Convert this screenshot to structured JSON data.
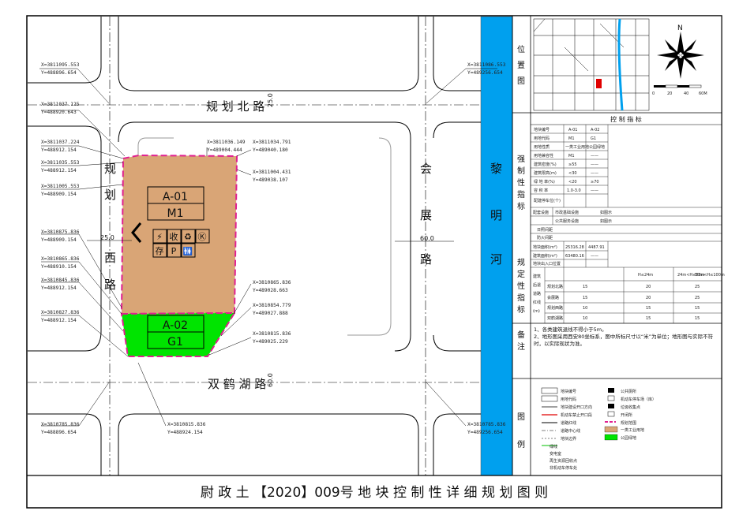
{
  "title": "尉 政 土 【2020】009号 地 块 控 制 性 详 细 规 划 图 则",
  "roads": {
    "north": "规 划 北 路",
    "north_width": "25.0",
    "south": "双 鹤 湖 路",
    "south_width": "60.0",
    "east": [
      "会",
      "展",
      "路"
    ],
    "east_width": "60.0",
    "west": [
      "规",
      "划",
      "西",
      "路"
    ],
    "west_width": "25.0",
    "river": [
      "黎",
      "明",
      "河"
    ]
  },
  "parcels": [
    {
      "id": "A-01",
      "code": "M1",
      "color": "#d9a576"
    },
    {
      "id": "A-02",
      "code": "G1",
      "color": "#00e400"
    }
  ],
  "facility_icons": [
    "⚡",
    "收",
    "♻",
    "Ⓚ",
    "存",
    "P",
    "🚻"
  ],
  "coords": [
    {
      "x": "X=3811095.553",
      "y": "Y=488896.654"
    },
    {
      "x": "X=3811086.553",
      "y": "Y=489256.654"
    },
    {
      "x": "X=3811037.125",
      "y": "Y=488920.643"
    },
    {
      "x": "X=3811037.224",
      "y": "Y=488912.154"
    },
    {
      "x": "X=3811036.149",
      "y": "Y=489004.444"
    },
    {
      "x": "X=3811034.791",
      "y": "Y=489040.180"
    },
    {
      "x": "X=3811035.553",
      "y": "Y=488912.154"
    },
    {
      "x": "X=3811004.431",
      "y": "Y=489038.107"
    },
    {
      "x": "X=3811005.553",
      "y": "Y=488909.154"
    },
    {
      "x": "X=3810875.836",
      "y": "Y=488909.154"
    },
    {
      "x": "X=3810865.836",
      "y": "Y=488910.154"
    },
    {
      "x": "X=3810865.836",
      "y": "Y=489028.663"
    },
    {
      "x": "X=3810845.836",
      "y": "Y=488912.154"
    },
    {
      "x": "X=3810854.779",
      "y": "Y=489027.888"
    },
    {
      "x": "X=3810827.836",
      "y": "Y=488912.154"
    },
    {
      "x": "X=3810815.836",
      "y": "Y=489025.229"
    },
    {
      "x": "X=3810785.836",
      "y": "Y=488896.654"
    },
    {
      "x": "X=3810815.836",
      "y": "Y=488924.154"
    },
    {
      "x": "X=3810785.836",
      "y": "Y=489256.654"
    }
  ],
  "panel": {
    "location_label": [
      "位",
      "置",
      "图"
    ],
    "compass": "N",
    "scale": [
      "0",
      "20",
      "40",
      "60M"
    ],
    "indicators_title": "控 制 指 标",
    "mandatory_label": [
      "强",
      "制",
      "性",
      "指",
      "标"
    ],
    "prescribed_label": [
      "规",
      "定",
      "性",
      "指",
      "标"
    ],
    "notes_label": [
      "备",
      "注"
    ],
    "legend_label": [
      "图",
      "例"
    ],
    "table_header": [
      "地块编号",
      "A-01",
      "A-02"
    ],
    "rows": [
      [
        "用地代码",
        "M1",
        "G1"
      ],
      [
        "用地性质",
        "一类工业用地",
        "公园绿地"
      ],
      [
        "用地兼容性",
        "M1",
        "——"
      ],
      [
        "建筑密度(%)",
        "≥55",
        "——"
      ],
      [
        "建筑限高(m)",
        "<30",
        "——"
      ],
      [
        "绿 地 率(%)",
        "<20",
        "≥70"
      ],
      [
        "容 积 率",
        "1.0-3.0",
        "——"
      ],
      [
        "配建停车位(个)",
        "",
        ""
      ]
    ],
    "facilities": [
      [
        "配套设施",
        "市政基础设施",
        "如图示"
      ],
      [
        "",
        "公共服务设施",
        "如图示"
      ]
    ],
    "extra_rows": [
      "日照间距",
      "防火间距"
    ],
    "prescribed_rows": [
      [
        "地块面积(m²)",
        "25316.28",
        "4487.91"
      ],
      [
        "建筑面积(m²)",
        "63480.16",
        "——"
      ],
      [
        "地块出入口位置",
        "",
        ""
      ]
    ],
    "setback_head": [
      "H≤24m",
      "24m<H≤50m",
      "50m<H≤100m"
    ],
    "setback_label": [
      "建筑",
      "后退",
      "道路",
      "红线",
      "(m)"
    ],
    "setback_rows": [
      [
        "规划北路",
        "15",
        "20",
        "25"
      ],
      [
        "会展路",
        "15",
        "20",
        "25"
      ],
      [
        "规划西路",
        "10",
        "15",
        "15"
      ],
      [
        "双鹤湖路",
        "10",
        "15",
        "15"
      ]
    ],
    "notes": [
      "1、各类建筑退线不得小于5m。",
      "2、地形图采用西安80坐标系，图中所标尺寸以“米”为单位；地形图与实际不符时，以实际现状为准。"
    ],
    "legend": [
      [
        "地块编号",
        "公共厕所"
      ],
      [
        "用地代码",
        "机动车停车场（库）"
      ],
      [
        "地块建设开口方向",
        "垃圾收集点"
      ],
      [
        "机动车禁止开口段",
        "开闭所"
      ],
      [
        "道路红线",
        "规划范围"
      ],
      [
        "道路中心线",
        "一类工业用地"
      ],
      [
        "地块边界",
        "公园绿地"
      ],
      [
        "绿线",
        ""
      ],
      [
        "变电室",
        ""
      ],
      [
        "再生资源回收点",
        ""
      ],
      [
        "非机动车停车处",
        ""
      ]
    ]
  },
  "colors": {
    "industrial": "#d9a576",
    "green": "#00e400",
    "river": "#00a0ee",
    "boundary": "#e02090"
  }
}
